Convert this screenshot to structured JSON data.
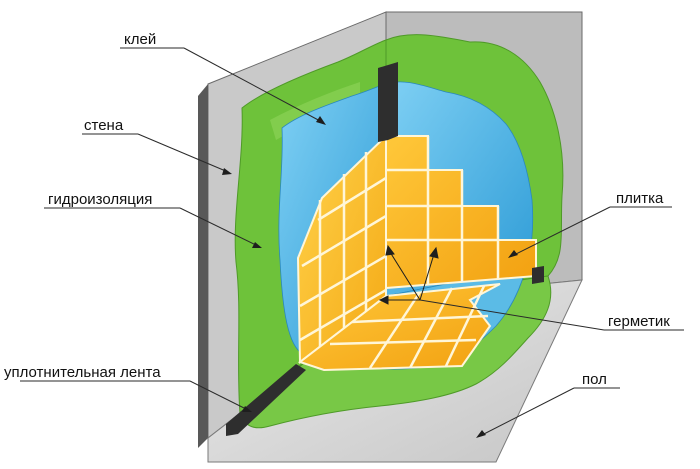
{
  "labels": {
    "glue": "клей",
    "wall": "стена",
    "waterproofing": "гидроизоляция",
    "tile": "плитка",
    "sealant": "герметик",
    "sealing_tape": "уплотнительная лента",
    "floor": "пол"
  },
  "colors": {
    "wall_face": "#c4c4c4",
    "wall_edge": "#585858",
    "floor": "#d8d8d8",
    "waterproofing_green": "#6ec23a",
    "waterproofing_green_light": "#8fd35a",
    "glue_blue": "#45aee0",
    "tile_orange": "#f8b81e",
    "tile_joint": "#fff6d8",
    "tape_dark": "#2e2e2e"
  }
}
